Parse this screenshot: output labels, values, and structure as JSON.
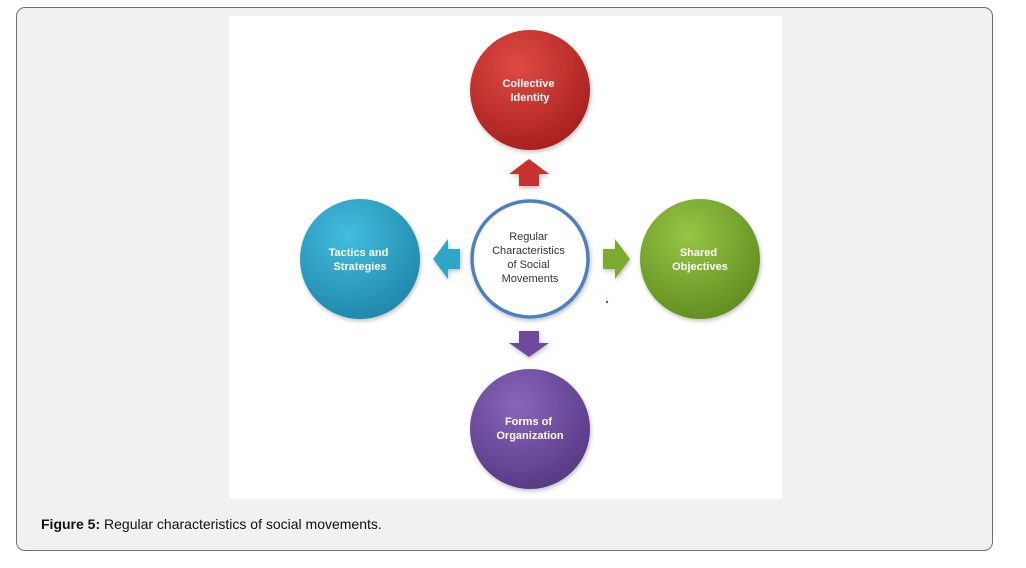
{
  "diagram": {
    "center": {
      "lines": [
        "Regular",
        "Characteristics",
        "of Social",
        "Movements"
      ]
    },
    "nodes": [
      {
        "id": "top",
        "lines": [
          "Collective",
          "Identity"
        ],
        "color": "#c8312e"
      },
      {
        "id": "right",
        "lines": [
          "Shared",
          "Objectives"
        ],
        "color": "#7aab2f"
      },
      {
        "id": "bottom",
        "lines": [
          "Forms of",
          "Organization"
        ],
        "color": "#6e4a9e"
      },
      {
        "id": "left",
        "lines": [
          "Tactics and",
          "Strategies"
        ],
        "color": "#2fa6c9"
      }
    ],
    "center_border_color": "#4f7fc1"
  },
  "caption": {
    "label": "Figure 5:",
    "text": " Regular characteristics of social movements."
  }
}
